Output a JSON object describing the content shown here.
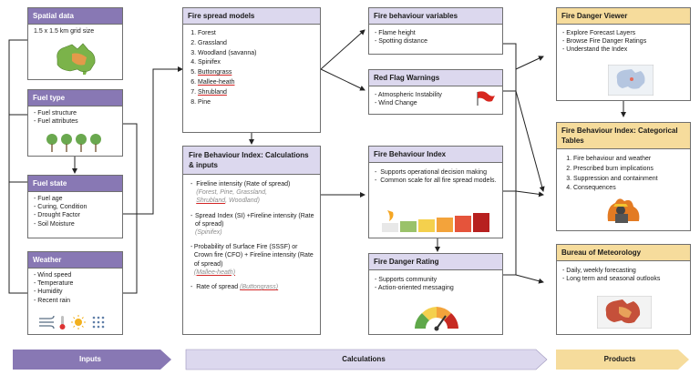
{
  "spatial": {
    "title": "Spatial data",
    "text": "1.5 x 1.5 km grid size"
  },
  "fuel_type": {
    "title": "Fuel type",
    "items": [
      "Fuel structure",
      "Fuel attributes"
    ]
  },
  "fuel_state": {
    "title": "Fuel state",
    "items": [
      "Fuel age",
      "Curing, Condition",
      "Drought Factor",
      "Soil Moisture"
    ]
  },
  "weather": {
    "title": "Weather",
    "items": [
      "Wind speed",
      "Temperature",
      "Humidity",
      "Recent rain"
    ]
  },
  "fire_spread": {
    "title": "Fire spread models",
    "items": [
      "Forest",
      "Grassland",
      "Woodland (savanna)",
      "Spinifex",
      "Buttongrass",
      "Mallee-heath",
      "Shrubland",
      "Pine"
    ]
  },
  "fbi_calc": {
    "title": "Fire Behaviour Index: Calculations & inputs",
    "item1": "Fireline intensity (Rate of spread)",
    "item1_sub_a": "(Forest, Pine, Grassland,",
    "item1_sub_b": "Shrubland",
    "item1_sub_c": "Woodland)",
    "item2": "Spread Index (SI) +Fireline intensity (Rate of spread)",
    "item2_sub": "(Spinifex)",
    "item3": "Probability of Surface Fire (SSSF) or Crown fire (CFO) + Fireline intensity (Rate of spread)",
    "item3_sub": "(Mallee-heath)",
    "item4": "Rate of spread",
    "item4_sub": "(Buttongrass)"
  },
  "fb_vars": {
    "title": "Fire behaviour variables",
    "items": [
      "Flame height",
      "Spotting distance"
    ]
  },
  "red_flag": {
    "title": "Red Flag Warnings",
    "items": [
      "Atmospheric Instability",
      "Wind Change"
    ]
  },
  "fbi": {
    "title": "Fire Behaviour Index",
    "items": [
      "Supports operational decision making",
      "Common scale for all fire spread models."
    ]
  },
  "fdr": {
    "title": "Fire Danger Rating",
    "items": [
      "Supports community",
      "Action-oriented  messaging"
    ]
  },
  "fdv": {
    "title": "Fire Danger Viewer",
    "items": [
      "Explore Forecast Layers",
      "Browse Fire Danger Ratings",
      "Understand the Index"
    ]
  },
  "fbi_tables": {
    "title": "Fire Behaviour Index: Categorical Tables",
    "items": [
      "Fire behaviour and weather",
      "Prescribed burn implications",
      "Suppression and containment",
      "Consequences"
    ]
  },
  "bom": {
    "title": "Bureau of Meteorology",
    "items": [
      "Daily, weekly forecasting",
      "Long term and seasonal outlooks"
    ]
  },
  "footer": {
    "inputs": "Inputs",
    "calculations": "Calculations",
    "products": "Products"
  },
  "colors": {
    "purple": "#8878b4",
    "lavender": "#dcd8ee",
    "gold": "#f6dc9c",
    "flag": "#d7261e"
  }
}
